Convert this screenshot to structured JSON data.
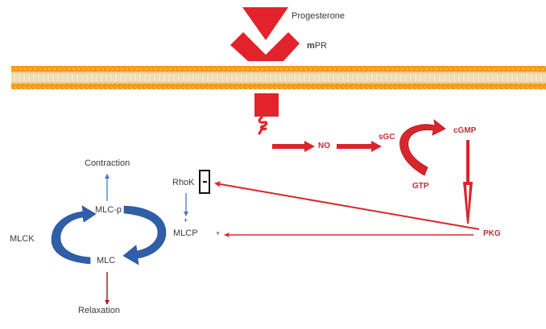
{
  "diagram": {
    "ligand": {
      "label": "Progesterone"
    },
    "receptor": {
      "label_prefix": "m",
      "label_suffix": "PR"
    },
    "pathway": {
      "no": "NO",
      "sgc": "sGC",
      "gtp": "GTP",
      "cgmp": "cGMP",
      "pkg": "PKG"
    },
    "smooth_muscle": {
      "rhok": "RhoK",
      "rhok_effect": "-",
      "mlcp": "MLCP",
      "mlcp_plus_top": "+",
      "mlcp_plus_right": "+",
      "mlc_p": "MLC-p",
      "mlc": "MLC",
      "mlck": "MLCK",
      "contraction": "Contraction",
      "relaxation": "Relaxation"
    },
    "colors": {
      "red": "#d8262d",
      "dark_red": "#b0181e",
      "blue": "#2f5fa8",
      "membrane_orange": "#f39a16",
      "membrane_core": "#f4ead6",
      "label_red": "#c0303a",
      "label_dark": "#3a3a3a"
    }
  }
}
